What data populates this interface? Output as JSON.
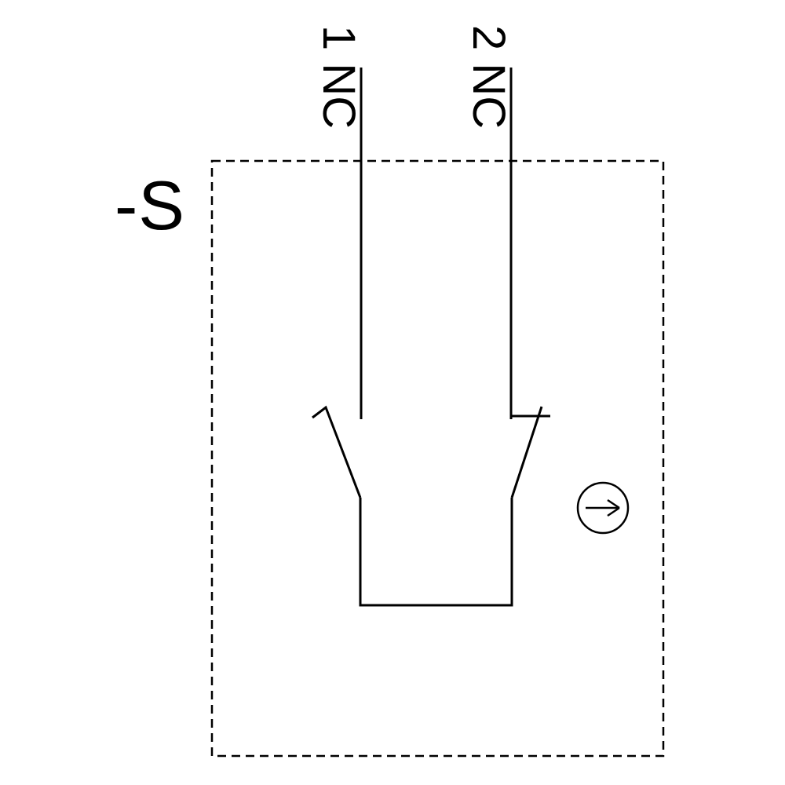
{
  "page": {
    "background_color": "#ffffff",
    "line_color": "#000000"
  },
  "diagram": {
    "device_label": "-S",
    "terminals": [
      {
        "label": "1 NC"
      },
      {
        "label": "2 NC"
      }
    ],
    "icons": {
      "actuator": "arrow-right-in-circle"
    }
  }
}
